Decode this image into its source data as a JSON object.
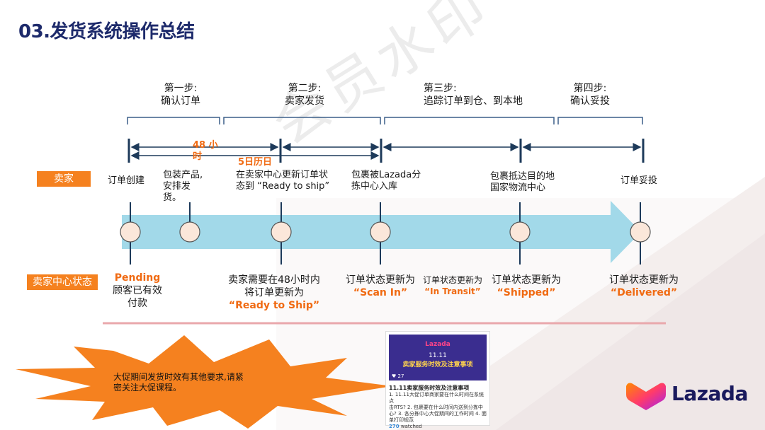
{
  "title": "03.发货系统操作总结",
  "watermark": "会员水印",
  "colors": {
    "arrow": "#9dd7e8",
    "orange": "#f5811f",
    "navy": "#1d2a6b",
    "timeline": "#1d3a5a",
    "divider": "#e9a8ac"
  },
  "rows": {
    "seller": "卖家",
    "status": "卖家中心状态"
  },
  "steps": [
    {
      "line1": "第一步:",
      "line2": "确认订单"
    },
    {
      "line1": "第二步:",
      "line2": "卖家发货"
    },
    {
      "line1": "第三步:",
      "line2": "追踪订单到仓、到本地"
    },
    {
      "line1": "第四步:",
      "line2": "确认妥投"
    }
  ],
  "timers": {
    "hours": "48 小时",
    "days": "5日历日"
  },
  "events": {
    "e1": "订单创建",
    "e2": "包装产品,安排发货。",
    "e3": "在卖家中心更新订单状态到 “Ready to ship”",
    "e4": "包裹被Lazada分拣中心入库",
    "e5": "包裹抵达目的地国家物流中心",
    "e6": "订单妥投"
  },
  "status": {
    "s1_hl": "Pending",
    "s1_a": "顾客已有效",
    "s1_b": "付款",
    "s2_a": "卖家需要在48小时内",
    "s2_b": "将订单更新为",
    "s2_hl": "“Ready to Ship”",
    "s3_a": "订单状态更新为",
    "s3_hl": "“Scan In”",
    "s4_a": "订单状态更新为",
    "s4_hl": "“In Transit”",
    "s5_a": "订单状态更新为",
    "s5_hl": "“Shipped”",
    "s6_a": "订单状态更新为",
    "s6_hl": "“Delivered”"
  },
  "callout": {
    "line1": "大促期间发货时效有其他要求,请紧",
    "line2": "密关注大促课程。"
  },
  "card": {
    "brand": "Lazada",
    "date": "11.11",
    "headline": "卖家服务时效及注意事项",
    "likes": "27",
    "title": "11.11卖家服务时效及注意事项",
    "desc1": "1. 11.11大促订单商家要在什么时间在系统点",
    "desc2": "击RTS? 2. 包裹要在什么时间内送到分拣中",
    "desc3": "心? 3. 各分拣中心大促期间的工作时间 4. 面",
    "desc4": "单打印规范",
    "watched_count": "270",
    "watched_label": " watched"
  },
  "logo": {
    "text": "Lazada"
  }
}
